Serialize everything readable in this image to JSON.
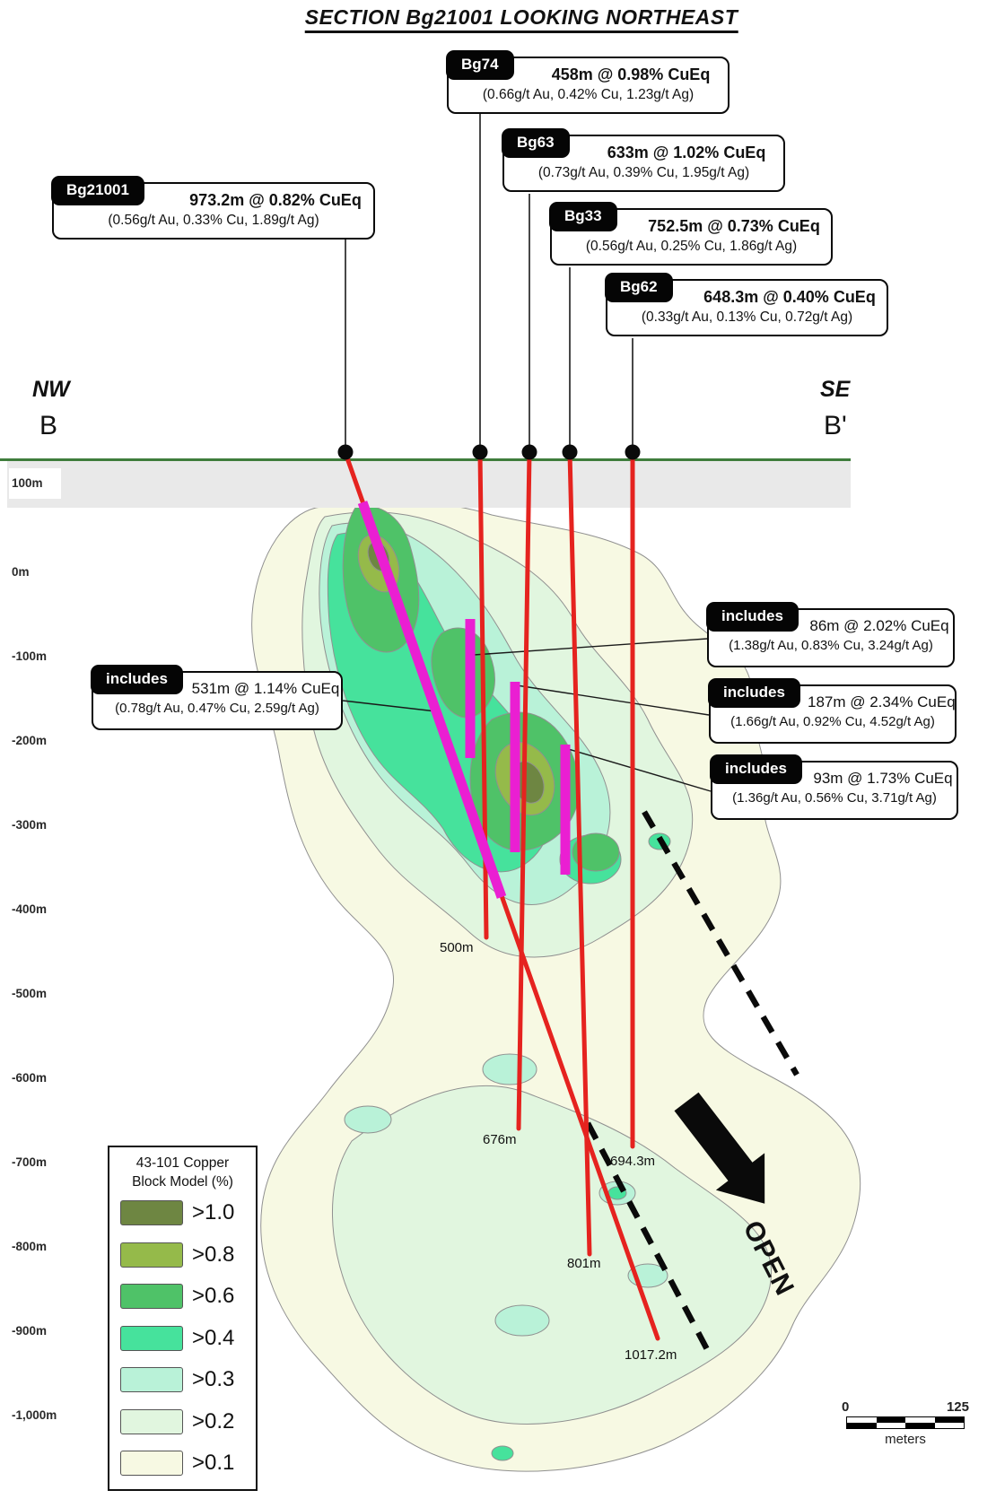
{
  "title": "SECTION Bg21001 LOOKING NORTHEAST",
  "markers": {
    "nw": "NW",
    "b": "B",
    "se": "SE",
    "b_prime": "B'"
  },
  "axis": {
    "labels": [
      "100m",
      "0m",
      "-100m",
      "-200m",
      "-300m",
      "-400m",
      "-500m",
      "-600m",
      "-700m",
      "-800m",
      "-900m",
      "-1,000m"
    ]
  },
  "callouts": {
    "bg74": {
      "label": "Bg74",
      "intercept": "458m @ 0.98% CuEq",
      "assays": "(0.66g/t Au, 0.42% Cu, 1.23g/t Ag)"
    },
    "bg63": {
      "label": "Bg63",
      "intercept": "633m @ 1.02% CuEq",
      "assays": "(0.73g/t Au, 0.39% Cu, 1.95g/t Ag)"
    },
    "bg21001": {
      "label": "Bg21001",
      "intercept": "973.2m @ 0.82% CuEq",
      "assays": "(0.56g/t Au, 0.33% Cu, 1.89g/t Ag)"
    },
    "bg33": {
      "label": "Bg33",
      "intercept": "752.5m @ 0.73% CuEq",
      "assays": "(0.56g/t Au, 0.25% Cu, 1.86g/t Ag)"
    },
    "bg62": {
      "label": "Bg62",
      "intercept": "648.3m @ 0.40% CuEq",
      "assays": "(0.33g/t Au, 0.13% Cu, 0.72g/t Ag)"
    },
    "inc86": {
      "label": "includes",
      "intercept": "86m @ 2.02% CuEq",
      "assays": "(1.38g/t Au, 0.83% Cu, 3.24g/t Ag)"
    },
    "inc531": {
      "label": "includes",
      "intercept": "531m @ 1.14% CuEq",
      "assays": "(0.78g/t Au, 0.47% Cu, 2.59g/t Ag)"
    },
    "inc187": {
      "label": "includes",
      "intercept": "187m @ 2.34% CuEq",
      "assays": "(1.66g/t Au, 0.92% Cu, 4.52g/t Ag)"
    },
    "inc93": {
      "label": "includes",
      "intercept": "93m @ 1.73% CuEq",
      "assays": "(1.36g/t Au, 0.56% Cu, 3.71g/t Ag)"
    }
  },
  "trace_depths": {
    "bg74": "500m",
    "bg63": "676m",
    "bg62": "694.3m",
    "bg33": "801m",
    "bg21001": "1017.2m"
  },
  "legend": {
    "title_line1": "43-101 Copper",
    "title_line2": "Block Model (%)",
    "items": [
      {
        "label": ">1.0",
        "color": "#6e8642"
      },
      {
        "label": ">0.8",
        "color": "#95ba4a"
      },
      {
        "label": ">0.6",
        "color": "#4fc268"
      },
      {
        "label": ">0.4",
        "color": "#46e29c"
      },
      {
        "label": ">0.3",
        "color": "#b9f2d8"
      },
      {
        "label": ">0.2",
        "color": "#e1f6df"
      },
      {
        "label": ">0.1",
        "color": "#f7f9e3"
      }
    ]
  },
  "scale_bar": {
    "start": "0",
    "end": "125",
    "unit": "meters"
  },
  "open_label": "OPEN",
  "colors": {
    "drill_trace": "#e5231f",
    "intercept_highlight": "#ea1fd2",
    "surface_line": "#3f7d3c"
  }
}
